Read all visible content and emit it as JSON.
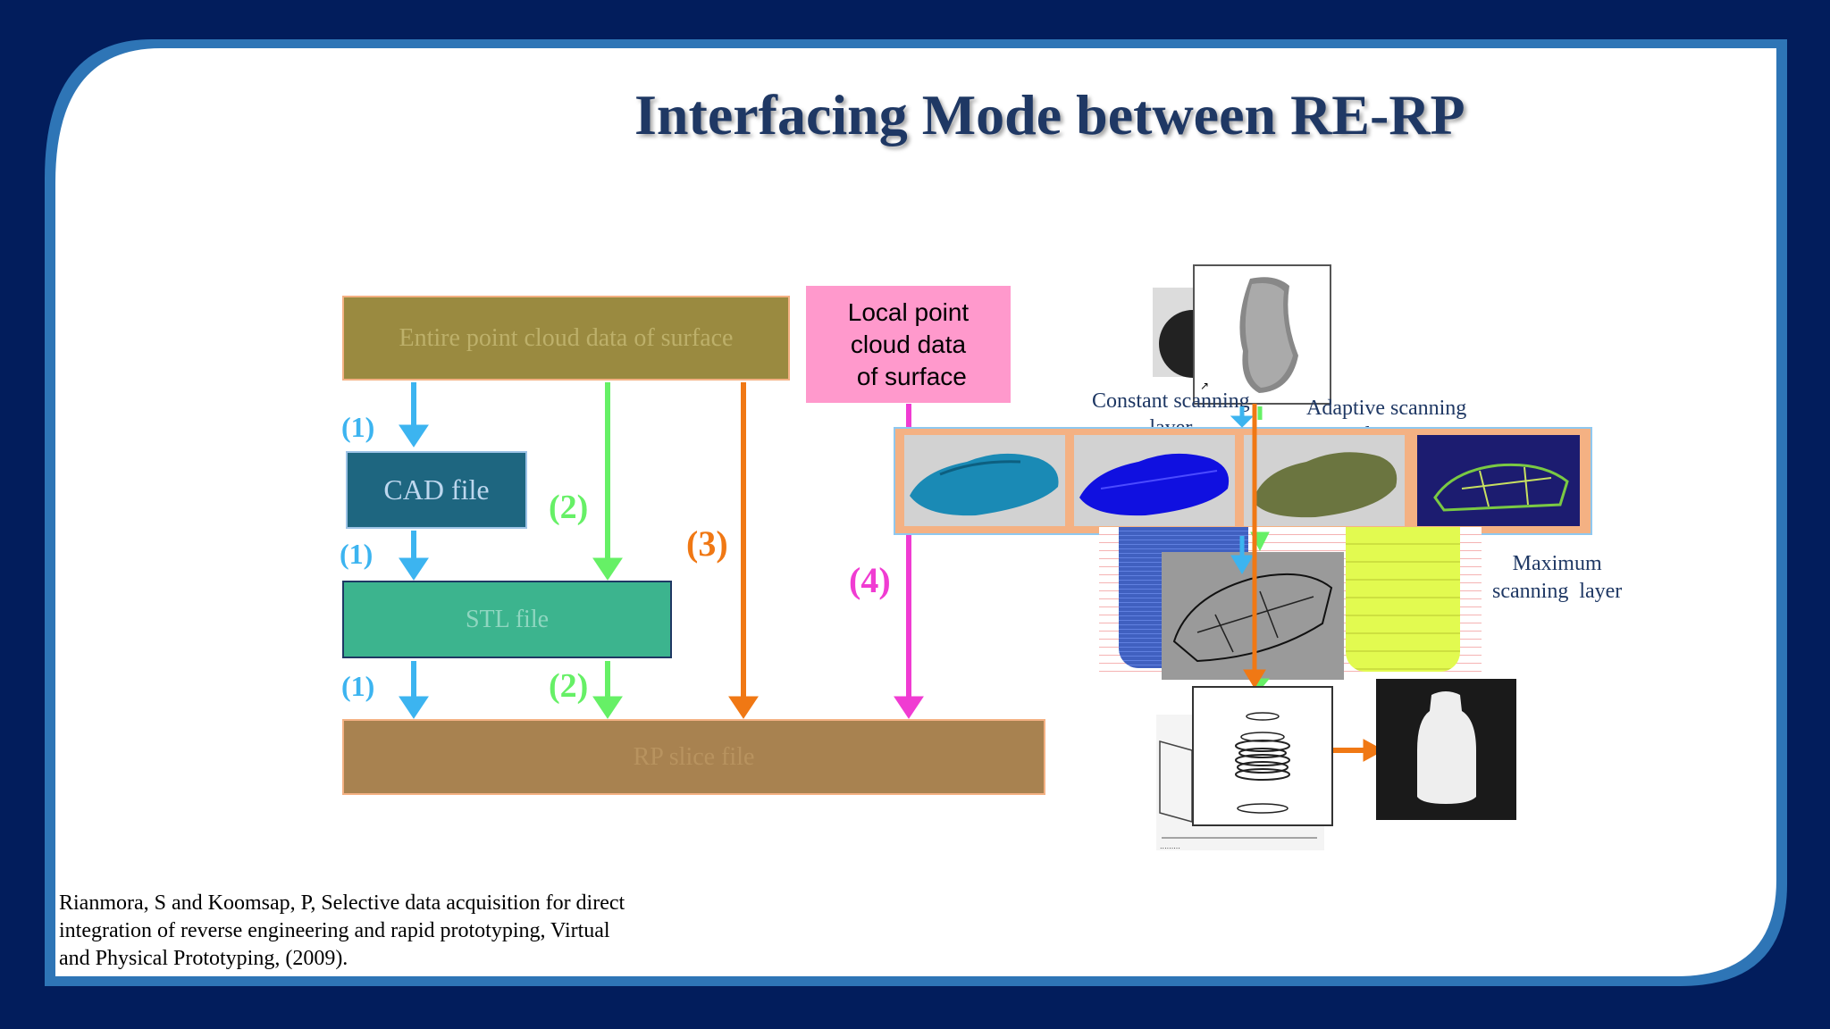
{
  "title": "Interfacing Mode between RE-RP",
  "boxes": {
    "entire_point_cloud": "Entire point cloud data of surface",
    "local_point_cloud": "Local point\ncloud data\n of surface",
    "cad_file": "CAD file",
    "stl_file": "STL file",
    "rp_slice_file": "RP slice file"
  },
  "path_labels": {
    "p1_a": "(1)",
    "p1_b": "(1)",
    "p1_c": "(1)",
    "p2_a": "(2)",
    "p2_b": "(2)",
    "p3": "(3)",
    "p4": "(4)"
  },
  "right_labels": {
    "constant_scanning": "Constant scanning\nlayer",
    "adaptive_scanning": "Adaptive scanning\nlayer",
    "maximum_scanning": "Maximum\nscanning  layer"
  },
  "citation": "Rianmora, S and Koomsap, P, Selective data acquisition for direct\nintegration of reverse engineering and rapid prototyping, Virtual\nand Physical Prototyping, (2009).",
  "colors": {
    "background": "#021d5c",
    "frame": "#2e75b6",
    "title": "#1f3864",
    "path1": "#3cb4f0",
    "path2": "#66f066",
    "path3": "#f07814",
    "path4": "#f03cd2"
  }
}
